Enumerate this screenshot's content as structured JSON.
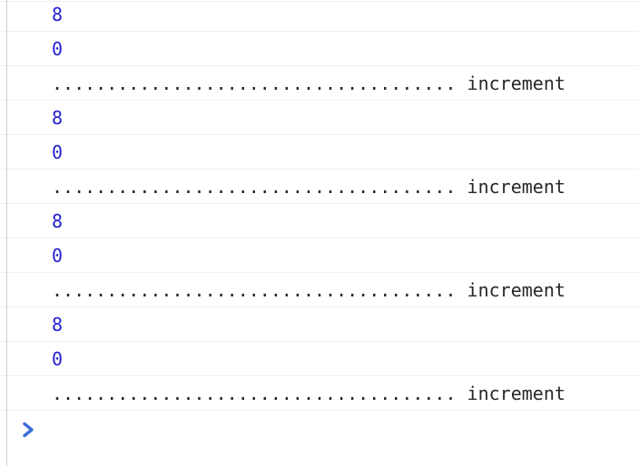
{
  "app": {
    "name": "devtools-console"
  },
  "console": {
    "rows": [
      {
        "kind": "value",
        "text": "8"
      },
      {
        "kind": "value",
        "text": "0"
      },
      {
        "kind": "log",
        "text": "..................................... increment"
      },
      {
        "kind": "value",
        "text": "8"
      },
      {
        "kind": "value",
        "text": "0"
      },
      {
        "kind": "log",
        "text": "..................................... increment"
      },
      {
        "kind": "value",
        "text": "8"
      },
      {
        "kind": "value",
        "text": "0"
      },
      {
        "kind": "log",
        "text": "..................................... increment"
      },
      {
        "kind": "value",
        "text": "8"
      },
      {
        "kind": "value",
        "text": "0"
      },
      {
        "kind": "log",
        "text": "..................................... increment"
      }
    ],
    "prompt": {
      "symbol": "chevron-right",
      "input_value": "",
      "input_placeholder": ""
    }
  },
  "colors": {
    "background": "#ffffff",
    "separator": "#efefef",
    "gutter_line": "#d0d0d0",
    "number_blue": "#2420ce",
    "log_text": "#26282a",
    "prompt_blue": "#3b6fd6"
  }
}
